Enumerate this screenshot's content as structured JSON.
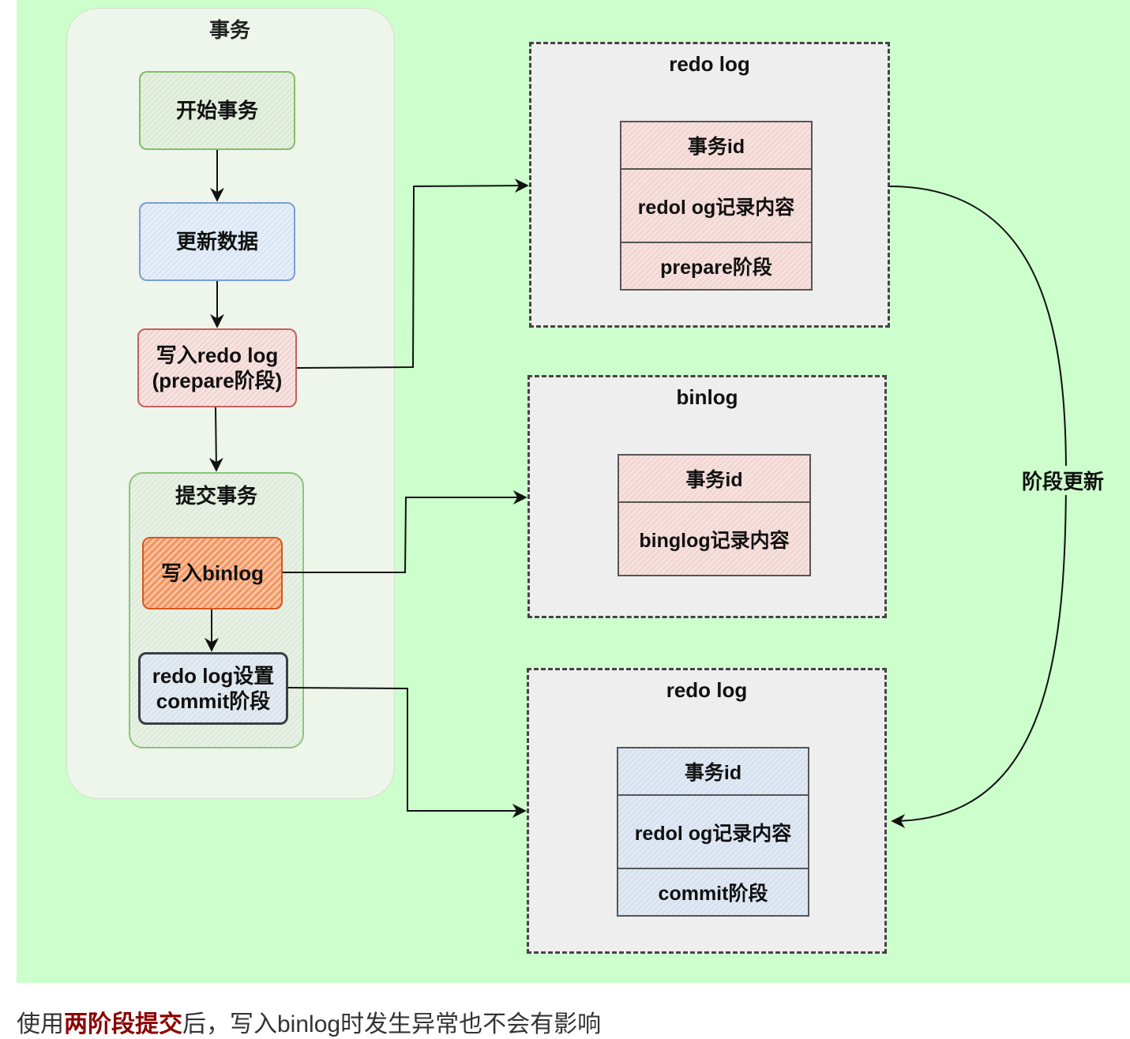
{
  "transaction_panel": {
    "title": "事务",
    "start": "开始事务",
    "update": "更新数据",
    "write_redo": "写入redo log (prepare阶段)",
    "commit_group": "提交事务",
    "write_binlog": "写入binlog",
    "redo_commit": "redo log设置 commit阶段"
  },
  "redo_log_prepare": {
    "title": "redo log",
    "rows": [
      "事务id",
      "redol og记录内容",
      "prepare阶段"
    ]
  },
  "binlog": {
    "title": "binlog",
    "rows": [
      "事务id",
      "binglog记录内容"
    ]
  },
  "redo_log_commit": {
    "title": "redo log",
    "rows": [
      "事务id",
      "redol og记录内容",
      "commit阶段"
    ]
  },
  "stage_update_label": "阶段更新",
  "caption": {
    "prefix": "使用",
    "highlight": "两阶段提交",
    "suffix": "后，写入binlog时发生异常也不会有影响"
  }
}
